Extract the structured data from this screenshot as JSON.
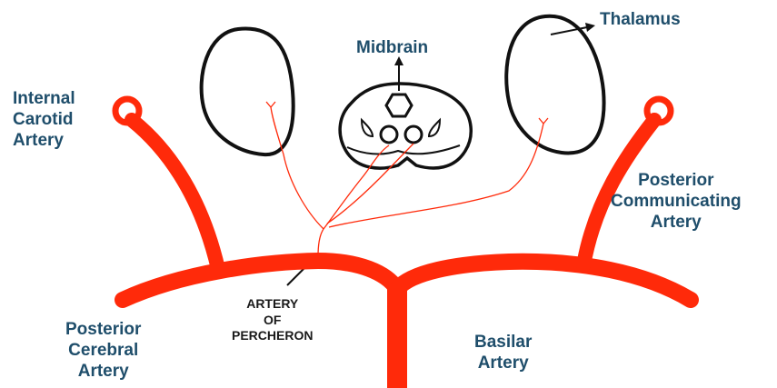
{
  "colors": {
    "artery": "#ff2a0a",
    "label": "#1f4e6b",
    "outline": "#111111"
  },
  "labels": {
    "thalamus": "Thalamus",
    "midbrain": "Midbrain",
    "internal_carotid": [
      "Internal",
      "Carotid",
      "Artery"
    ],
    "posterior_communicating": [
      "Posterior",
      "Communicating",
      "Artery"
    ],
    "artery_of_percheron": [
      "ARTERY",
      "OF",
      "PERCHERON"
    ],
    "posterior_cerebral": [
      "Posterior",
      "Cerebral",
      "Artery"
    ],
    "basilar": [
      "Basilar",
      "Artery"
    ]
  }
}
